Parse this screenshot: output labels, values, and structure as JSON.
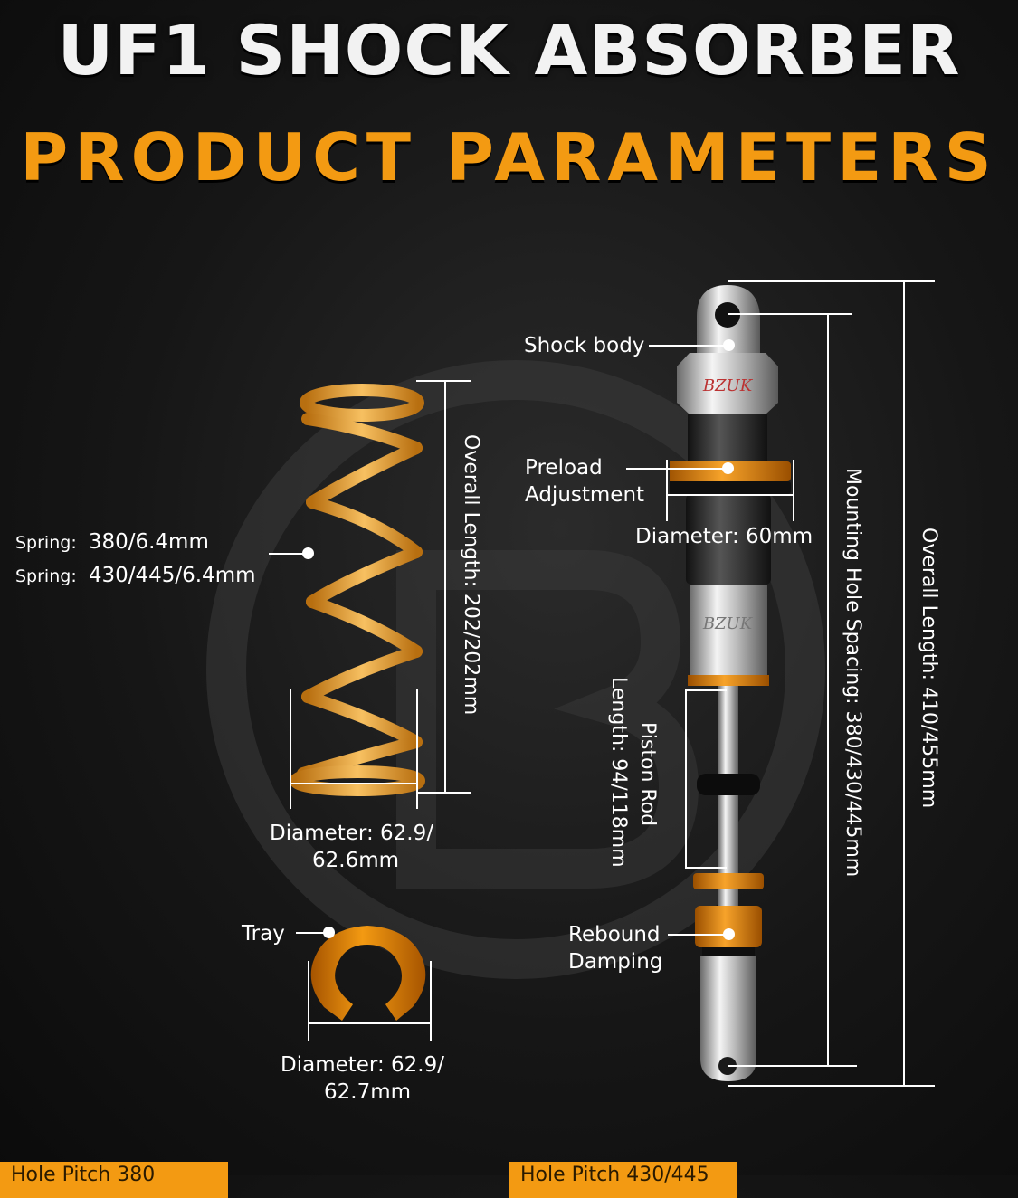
{
  "title": "UF1 SHOCK ABSORBER",
  "subtitle": "PRODUCT PARAMETERS",
  "spring": {
    "label1_prefix": "Spring:",
    "label1_value": "380/6.4mm",
    "label2_prefix": "Spring:",
    "label2_value": "430/445/6.4mm",
    "overall_length": "Overall Length: 202/202mm",
    "diameter_line1": "Diameter: 62.9/",
    "diameter_line2": "62.6mm"
  },
  "tray": {
    "label": "Tray",
    "diameter_line1": "Diameter: 62.9/",
    "diameter_line2": "62.7mm"
  },
  "shock": {
    "body_label": "Shock body",
    "preload_line1": "Preload",
    "preload_line2": "Adjustment",
    "diameter": "Diameter: 60mm",
    "piston_line1": "Piston Rod",
    "piston_line2": "Length: 94/118mm",
    "rebound_line1": "Rebound",
    "rebound_line2": "Damping",
    "mounting_spacing": "Mounting Hole Spacing: 380/430/445mm",
    "overall_length": "Overall Length: 410/455mm",
    "brand": "BZUK"
  },
  "bottom_tabs": {
    "left": "Hole Pitch 380",
    "right": "Hole Pitch 430/445"
  },
  "colors": {
    "accent": "#f39a12",
    "spring": "#f2a93b",
    "chrome": "#c9c9c9"
  }
}
